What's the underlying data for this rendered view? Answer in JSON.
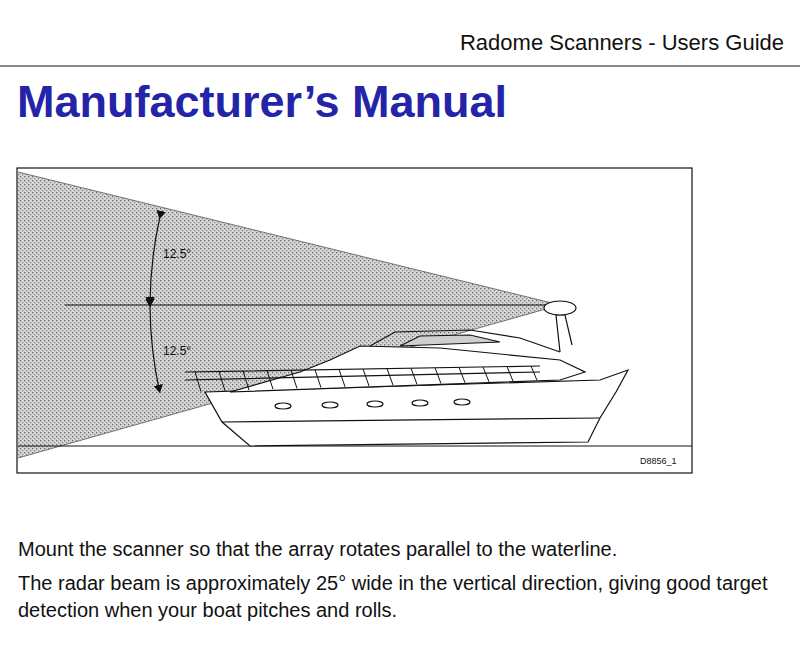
{
  "diagram": {
    "title": "Manufacturer’s Manual",
    "labels": [
      "Radome Scanners - Users Guide",
      "12.5°",
      "12.5°",
      "D8856_1",
      "Mount the scanner so that the array rotates parallel to the waterline.",
      "The radar beam is approximately 25° wide in the vertical direction, giving good target detection when your boat pitches and rolls."
    ]
  }
}
